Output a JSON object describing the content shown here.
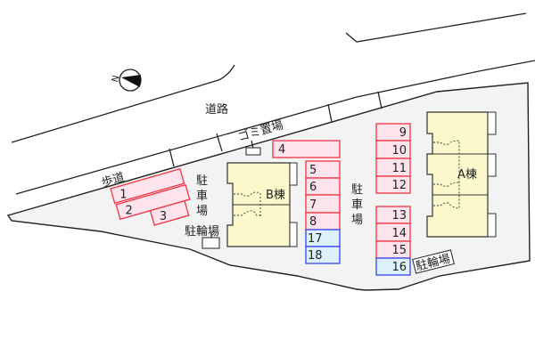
{
  "labels": {
    "road": "道路",
    "sidewalk": "歩道",
    "garbage": "ゴミ置場",
    "parking_left": [
      "駐",
      "車",
      "場"
    ],
    "parking_right": [
      "駐",
      "車",
      "場"
    ],
    "bike_left": "駐輪場",
    "bike_right": "駐輪場",
    "building_a": "A棟",
    "building_b": "B棟",
    "north": "N"
  },
  "parking": {
    "slanted": [
      "1",
      "2",
      "3"
    ],
    "top": "4",
    "middle": [
      "5",
      "6",
      "7",
      "8",
      "17",
      "18"
    ],
    "right_upper": [
      "9",
      "10",
      "11",
      "12"
    ],
    "right_lower": [
      "13",
      "14",
      "15",
      "16"
    ]
  },
  "colors": {
    "reserved": "#fde4ec",
    "reserved_border": "#ee3344",
    "other": "#dcf1fb",
    "other_border": "#3344ee",
    "building": "#fdf8cc",
    "site": "#f3f3f3"
  }
}
